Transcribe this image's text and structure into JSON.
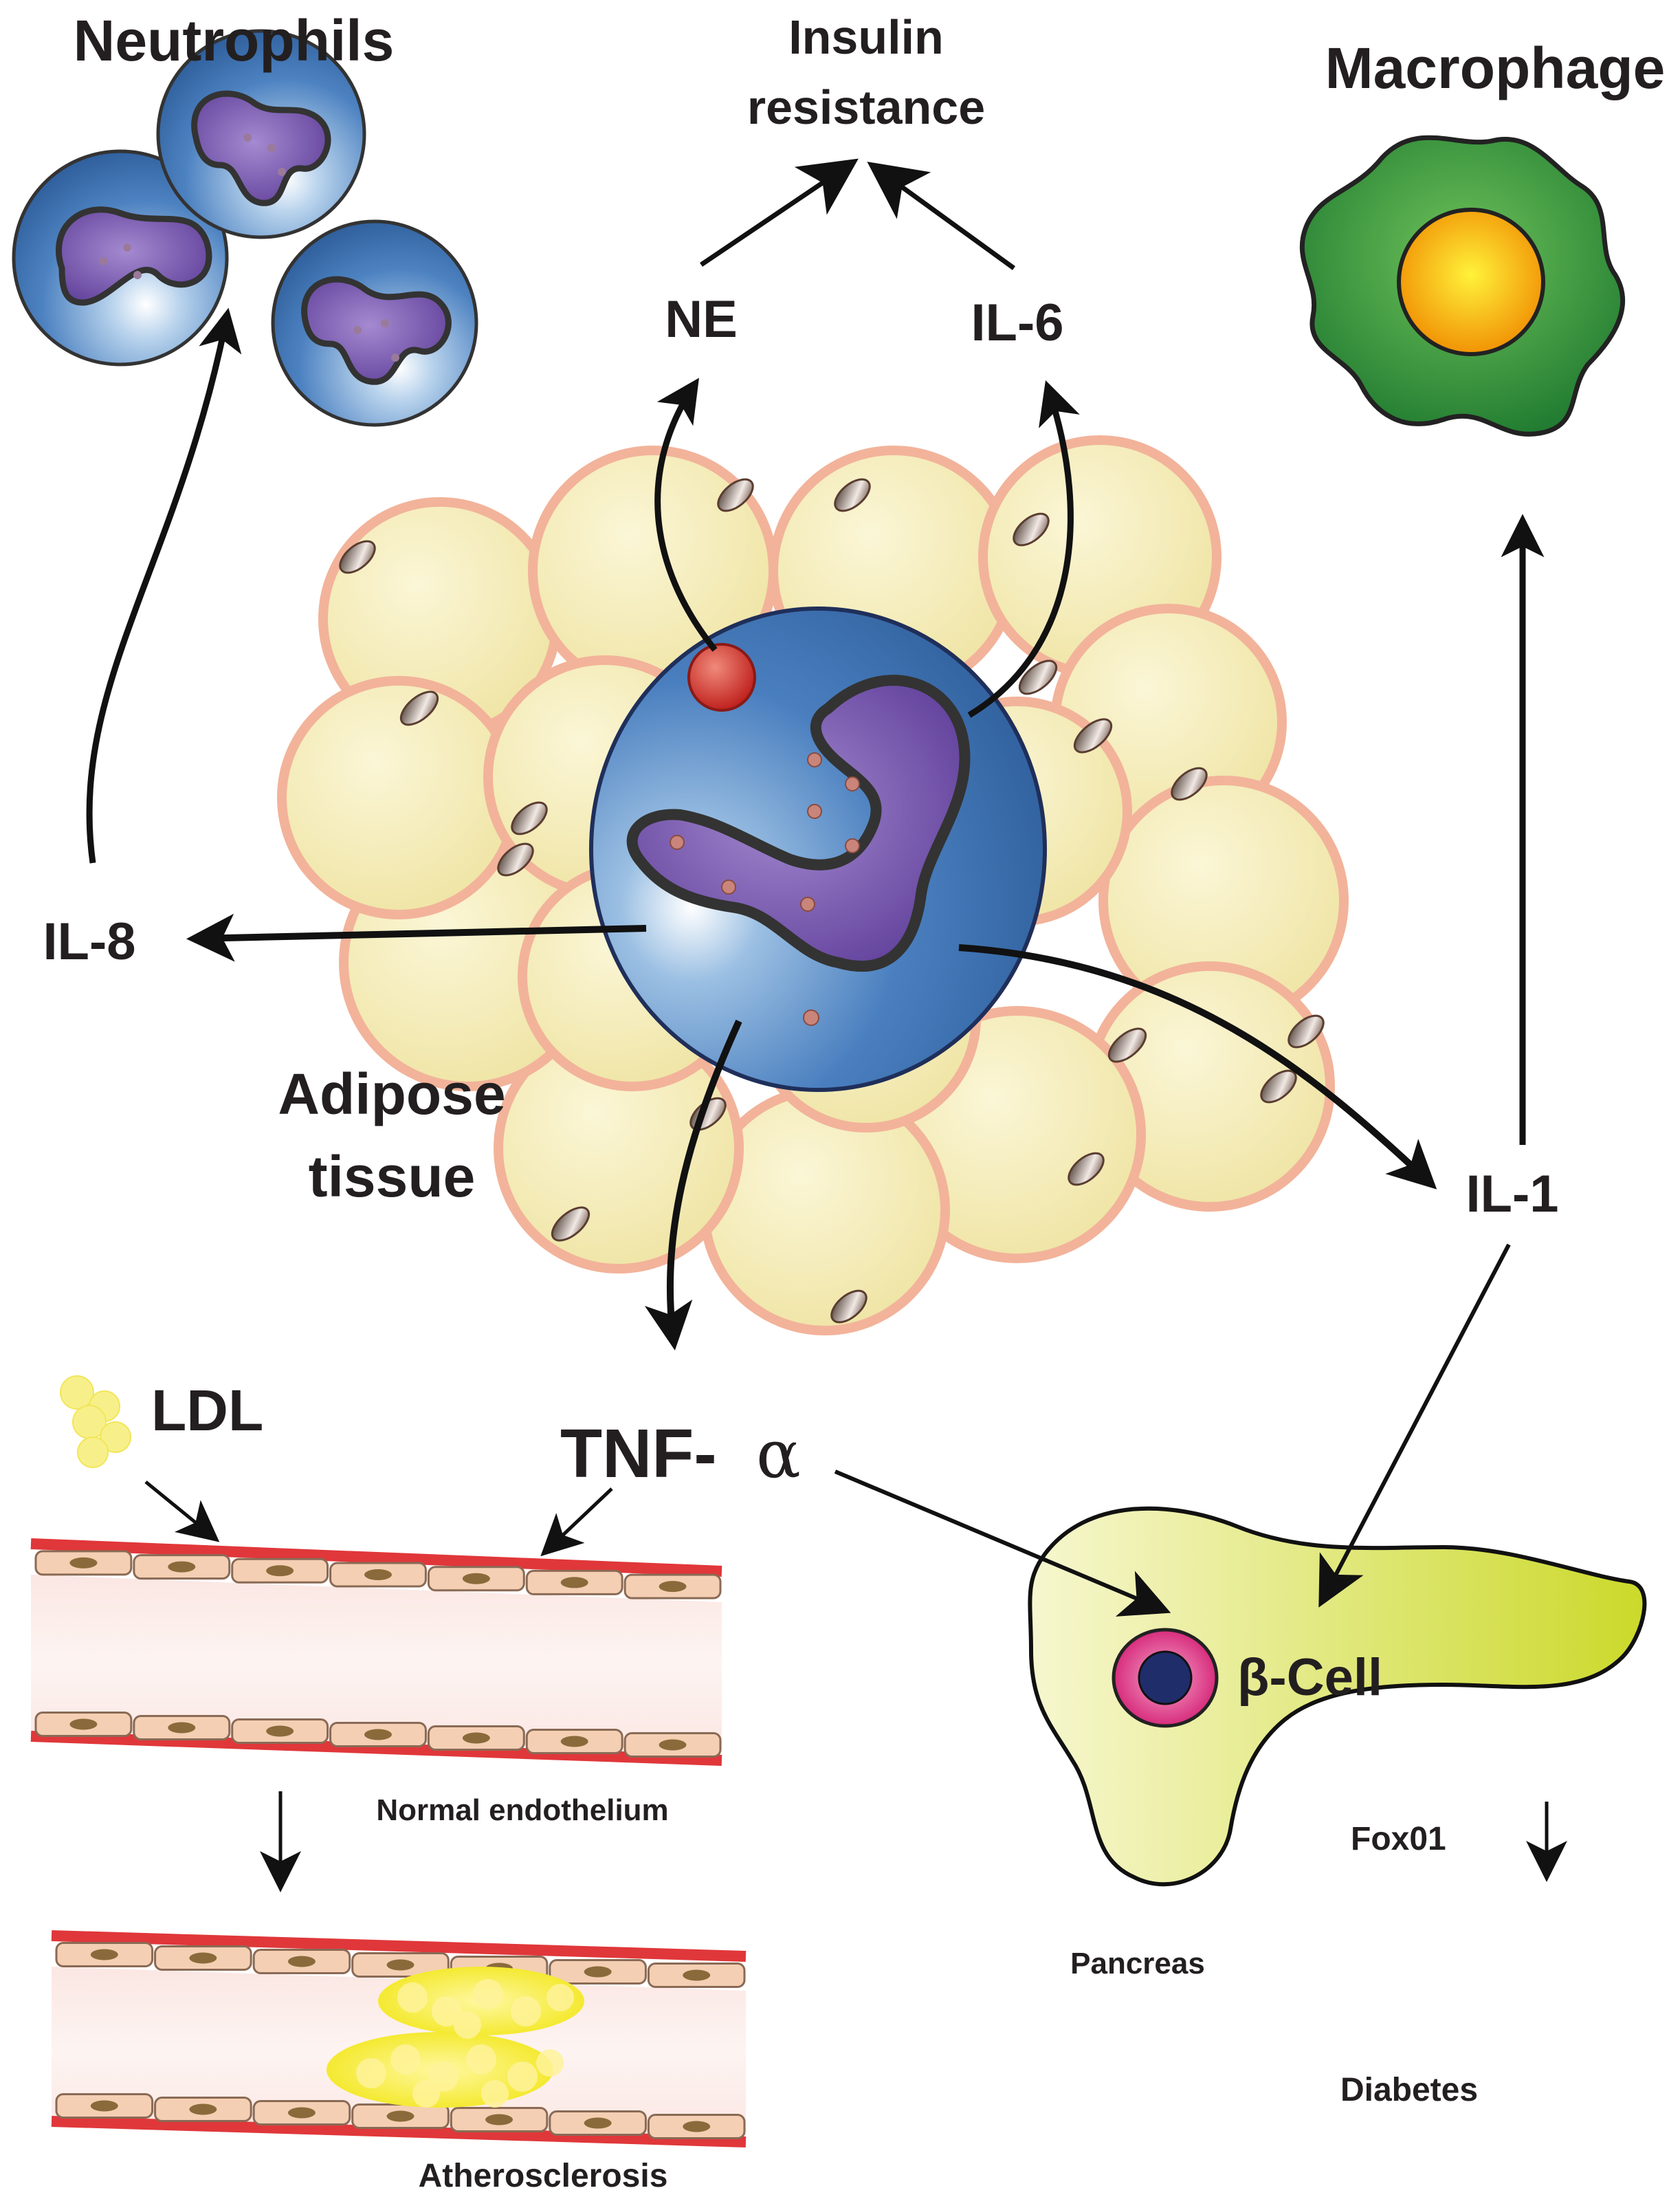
{
  "labels": {
    "neutrophils": "Neutrophils",
    "insulin_resistance_line1": "Insulin",
    "insulin_resistance_line2": "resistance",
    "macrophage": "Macrophage",
    "ne": "NE",
    "il6": "IL-6",
    "il8": "IL-8",
    "adipose_line1": "Adipose",
    "adipose_line2": "tissue",
    "il1": "IL-1",
    "ldl": "LDL",
    "tnf": "TNF-",
    "alpha": "α",
    "beta_cell": "β-Cell",
    "fox01": "Fox01",
    "normal_endothelium": "Normal endothelium",
    "atherosclerosis": "Atherosclerosis",
    "pancreas": "Pancreas",
    "diabetes": "Diabetes"
  },
  "colors": {
    "adipocyte_fill": "#f6efb9",
    "adipocyte_edge": "#f2b8a0",
    "neutrophil_blue": "#3d73b4",
    "nucleus_purple": "#6e4aa5",
    "macrophage_green": "#2e9a3c",
    "macrophage_nucleus": "#f5b800",
    "granule_red": "#c9302c",
    "vessel_red": "#e0373a",
    "endothelial_cell": "#f4cfb3",
    "plaque_yellow": "#f6ef3c",
    "pancreas_fill": "#d4df3a",
    "beta_cell_pink": "#e4378a",
    "beta_cell_core": "#1f2d6b",
    "arrow": "#111111"
  },
  "icons": [
    "neutrophil-cell-icon",
    "macrophage-cell-icon",
    "adipocyte-cluster-icon",
    "blood-vessel-icon",
    "pancreas-icon",
    "ldl-particle-icon"
  ]
}
